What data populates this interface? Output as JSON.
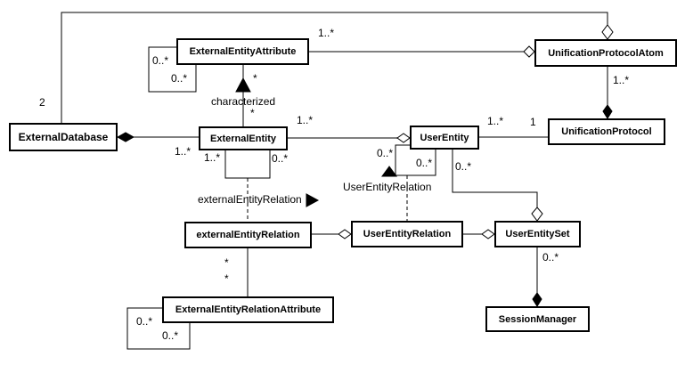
{
  "diagram": {
    "type": "uml-class-diagram",
    "classes": [
      {
        "id": "external_entity_attribute",
        "label": "ExternalEntityAttribute"
      },
      {
        "id": "unification_protocol_atom",
        "label": "UnificationProtocolAtom"
      },
      {
        "id": "external_database",
        "label": "ExternalDatabase"
      },
      {
        "id": "external_entity",
        "label": "ExternalEntity"
      },
      {
        "id": "user_entity",
        "label": "UserEntity"
      },
      {
        "id": "unification_protocol",
        "label": "UnificationProtocol"
      },
      {
        "id": "external_entity_relation_class",
        "label": "externalEntityRelation"
      },
      {
        "id": "user_entity_relation_class",
        "label": "UserEntityRelation"
      },
      {
        "id": "user_entity_set",
        "label": "UserEntitySet"
      },
      {
        "id": "external_entity_relation_attribute",
        "label": "ExternalEntityRelationAttribute"
      },
      {
        "id": "session_manager",
        "label": "SessionManager"
      }
    ],
    "labels": {
      "db_top_mult": "2",
      "eea_upa_mult": "1..*",
      "eea_loop_mult_a": "0..*",
      "eea_loop_mult_b": "0..*",
      "characterized_mult_top": "*",
      "characterized_name": "characterized",
      "characterized_mult_bottom": "*",
      "ee_ue_mult": "1..*",
      "db_ee_mult": "1..*",
      "ee_loop_mult_a": "1..*",
      "ee_loop_mult_b": "0..*",
      "ue_up_mult_a": "1..*",
      "ue_up_mult_b": "1",
      "upa_up_mult": "1..*",
      "ue_loop_mult_a": "0..*",
      "ue_loop_mult_b": "0..*",
      "ue_ues_mult": "0..*",
      "user_entity_relation_assoc_name": "UserEntityRelation",
      "external_entity_relation_assoc_name": "externalEntityRelation",
      "eer_eera_mult_a": "*",
      "eer_eera_mult_b": "*",
      "eera_loop_mult_a": "0..*",
      "eera_loop_mult_b": "0..*",
      "ues_sm_mult": "0..*"
    },
    "icons": {
      "aggregation_diamond": "◇",
      "composition_diamond": "◆",
      "direction_triangle_up": "▲",
      "direction_triangle_right": "▶"
    },
    "colors": {
      "line": "#000000",
      "secondary_line": "#808080",
      "box_border": "#000000",
      "box_fill": "#ffffff",
      "background": "#ffffff",
      "text": "#000000"
    }
  }
}
